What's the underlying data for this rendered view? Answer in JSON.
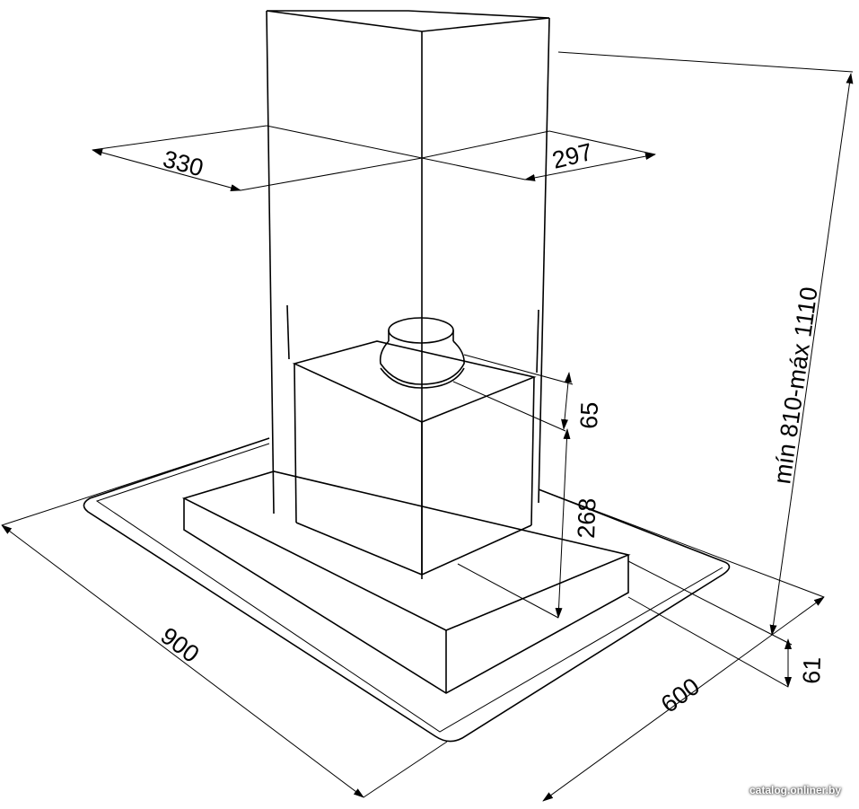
{
  "dimensions": {
    "chimney_width": "330",
    "chimney_depth": "297",
    "height_range": "mín 810-máx 1110",
    "outlet_height": "65",
    "glass_height": "268",
    "hood_width": "900",
    "hood_depth": "600",
    "hood_thickness": "61"
  },
  "watermark": "catalog.onliner.by"
}
